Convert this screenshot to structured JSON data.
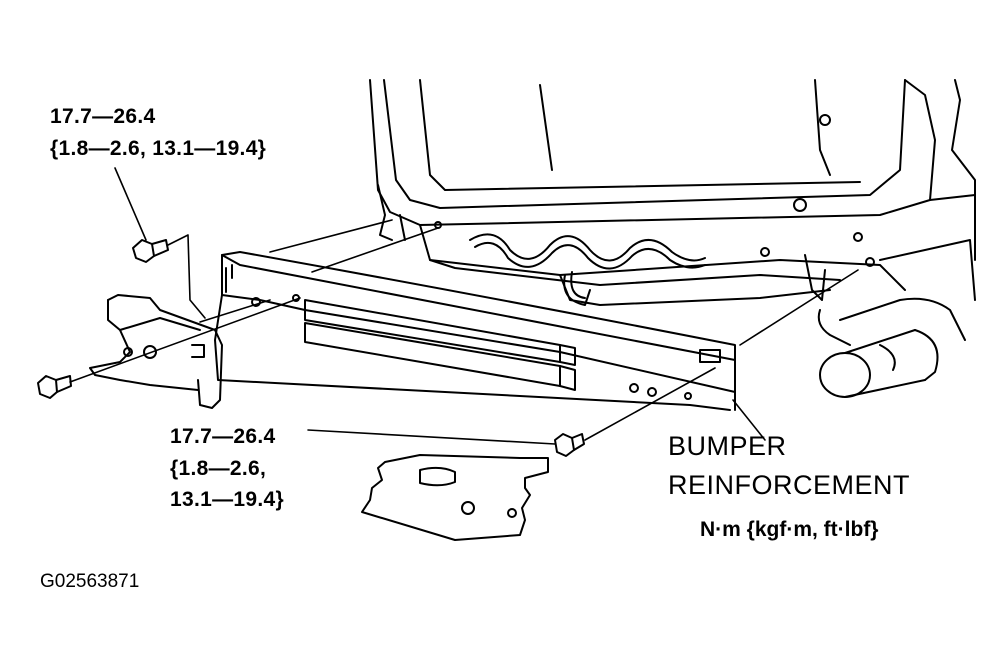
{
  "torque_upper_left": {
    "line1": "17.7—26.4",
    "line2": "{1.8—2.6,  13.1—19.4}"
  },
  "torque_lower": {
    "line1": "17.7—26.4",
    "line2": "{1.8—2.6,",
    "line3": "13.1—19.4}"
  },
  "part_label": {
    "line1": "BUMPER",
    "line2": "REINFORCEMENT"
  },
  "units_label": "N·m {kgf·m, ft·lbf}",
  "figure_code": "G02563871",
  "colors": {
    "ink": "#000000",
    "paper": "#ffffff"
  }
}
